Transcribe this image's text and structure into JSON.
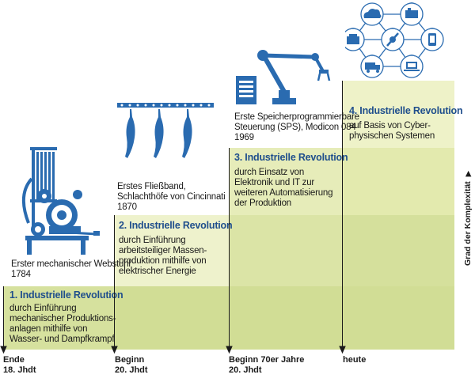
{
  "colors": {
    "light": "#eef2c8",
    "dark": "#d5e09c",
    "mid": "#e2eab2",
    "blue": "#1f4e8c",
    "icon": "#2a6bb0"
  },
  "stages": [
    {
      "id": 1,
      "caption": [
        "Erster mechanischer Webstuhl",
        "1784"
      ],
      "title": "1. Industrielle Revolution",
      "text": [
        "durch Einführung",
        "mechanischer Produktions-",
        "anlagen mithilfe von",
        "Wasser- und Dampfkrampf"
      ]
    },
    {
      "id": 2,
      "caption": [
        "Erstes Fließband,",
        "Schlachthöfe von Cincinnati",
        "1870"
      ],
      "title": "2. Industrielle Revolution",
      "text": [
        "durch Einführung",
        "arbeitsteiliger Massen-",
        "produktion mithilfe von",
        "elektrischer Energie"
      ]
    },
    {
      "id": 3,
      "caption": [
        "Erste Speicherprogrammierbare",
        "Steuerung (SPS), Modicon 084",
        "1969"
      ],
      "title": "3. Industrielle Revolution",
      "text": [
        "durch Einsatz von",
        "Elektronik und IT zur",
        "weiteren Automatisierung",
        "der Produktion"
      ]
    },
    {
      "id": 4,
      "caption": [],
      "title": "4. Industrielle Revolution",
      "text": [
        "auf Basis von Cyber-",
        "physischen Systemen"
      ]
    }
  ],
  "axis": {
    "labels": [
      [
        "Ende",
        "18. Jhdt"
      ],
      [
        "Beginn",
        "20. Jhdt"
      ],
      [
        "Beginn 70er Jahre",
        "20. Jhdt"
      ],
      [
        "heute"
      ]
    ],
    "y_label": "Grad der Komplexität"
  }
}
